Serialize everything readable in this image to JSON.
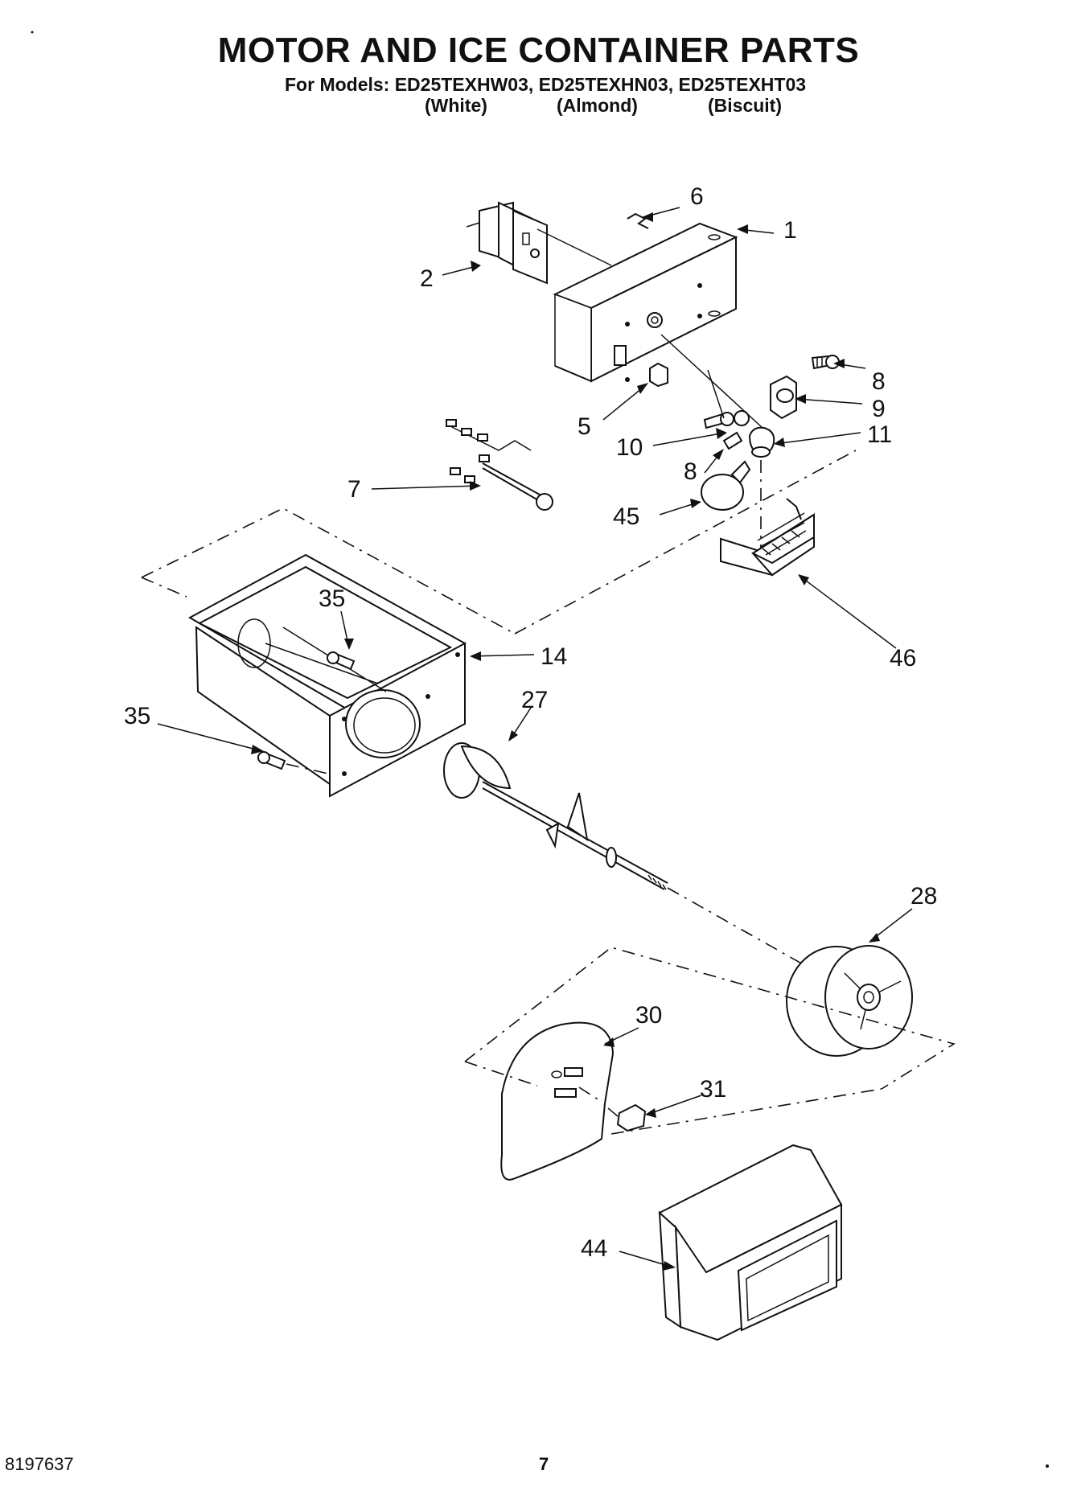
{
  "header": {
    "title": "MOTOR AND ICE CONTAINER PARTS",
    "models_line": "For Models: ED25TEXHW03, ED25TEXHN03, ED25TEXHT03",
    "colors": [
      "(White)",
      "(Almond)",
      "(Biscuit)"
    ]
  },
  "callouts": {
    "c1": "1",
    "c2": "2",
    "c5": "5",
    "c6": "6",
    "c7": "7",
    "c8a": "8",
    "c8b": "8",
    "c9": "9",
    "c10": "10",
    "c11": "11",
    "c14": "14",
    "c27": "27",
    "c28": "28",
    "c30": "30",
    "c31": "31",
    "c35a": "35",
    "c35b": "35",
    "c44": "44",
    "c45": "45",
    "c46": "46"
  },
  "footer": {
    "doc_number": "8197637",
    "page_number": "7"
  }
}
